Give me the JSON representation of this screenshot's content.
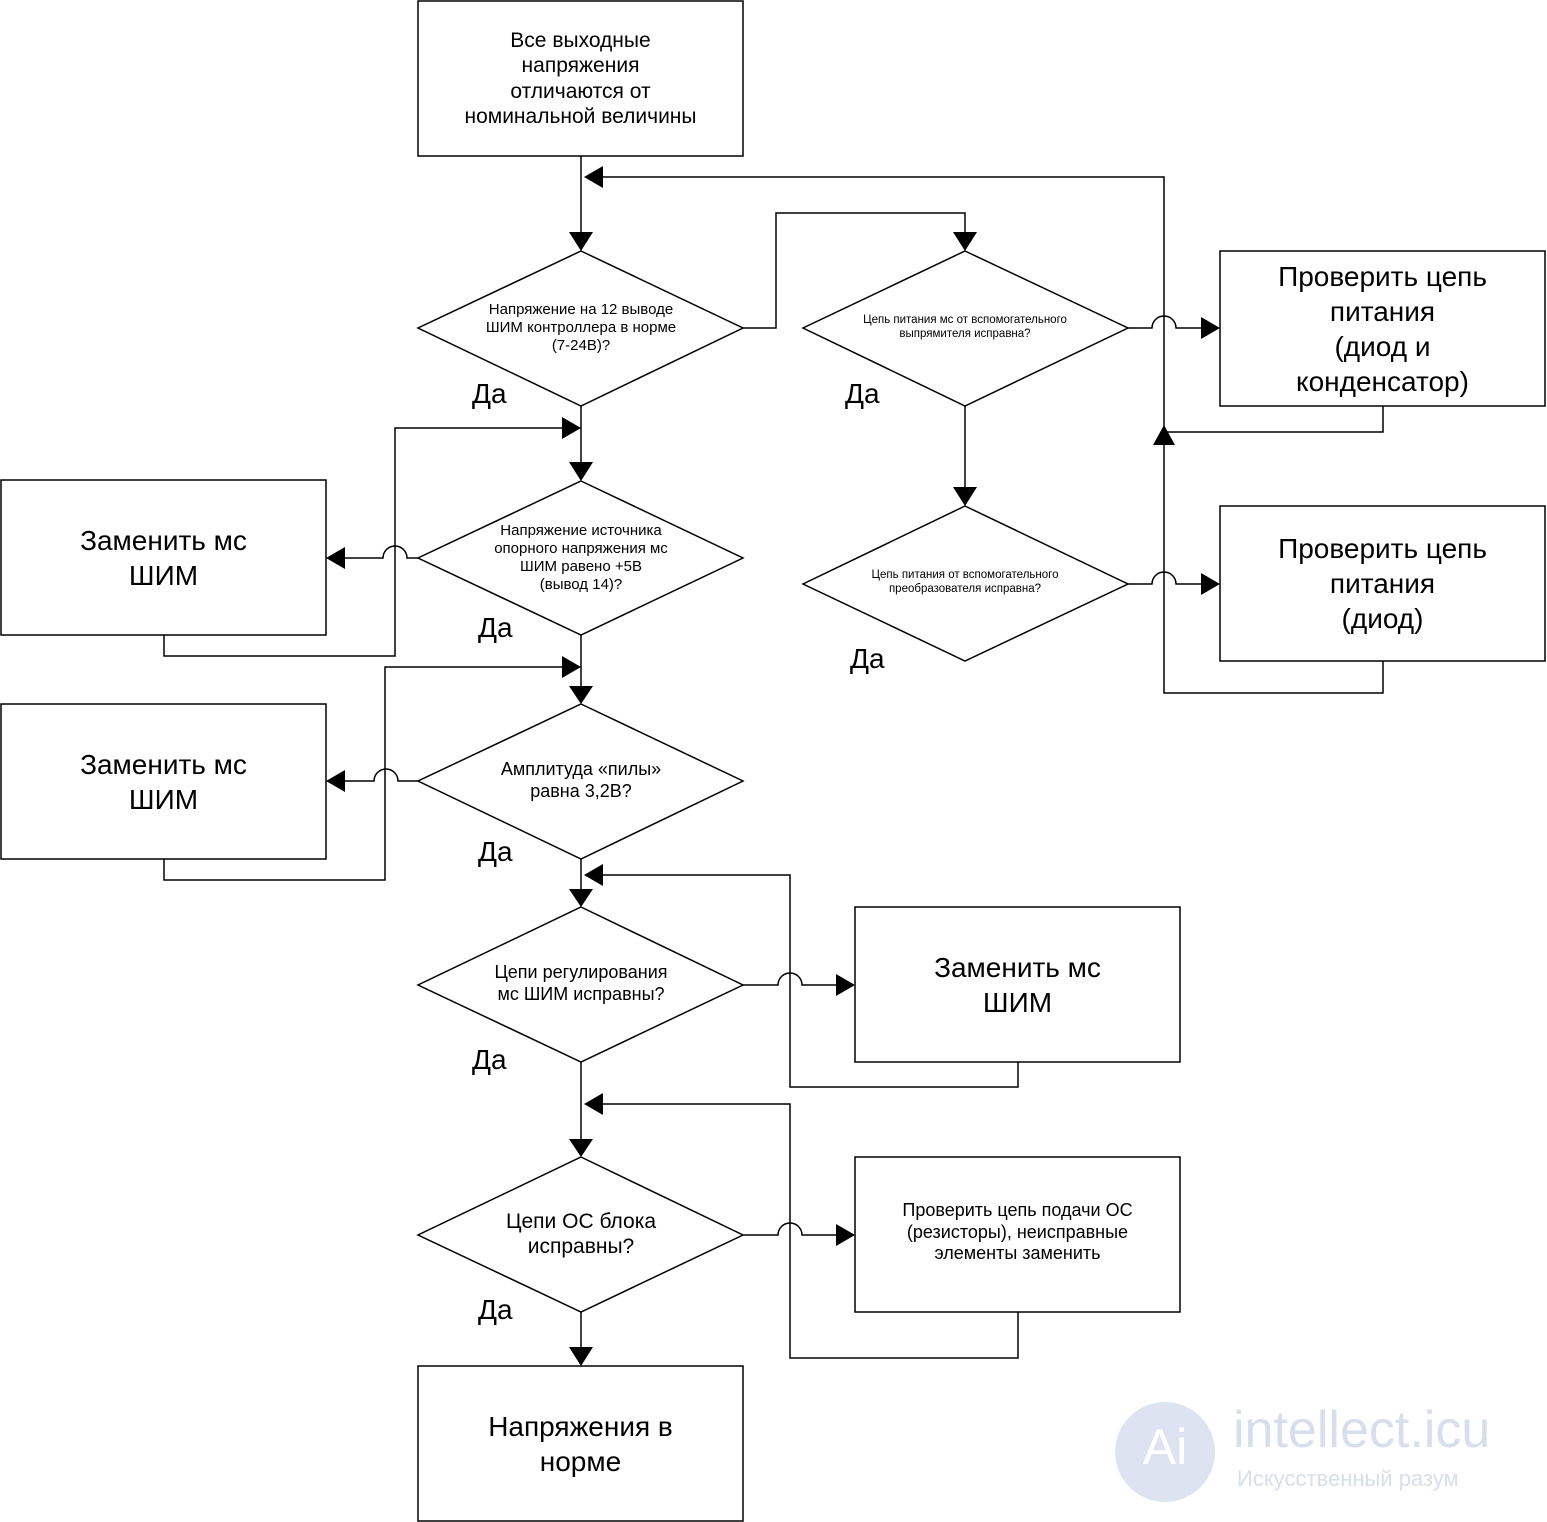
{
  "start": "Все выходные\nнапряжения\nотличаются от\nноминальной величины",
  "decisions": {
    "d1": "Напряжение на 12 выводе\nШИМ контроллера в норме\n(7-24В)?",
    "d2": "Напряжение источника\nопорного напряжения мс\nШИМ равено +5В\n(вывод 14)?",
    "d3": "Амплитуда «пилы»\nравна 3,2В?",
    "d4": "Цепи регулирования\nмс ШИМ исправны?",
    "d5": "Цепи ОС блока\nисправны?",
    "d6": "Цепь питания мс от вспомогательного\nвыпрямителя исправна?",
    "d7": "Цепь питания от вспомогательного\nпреобразователя исправна?"
  },
  "actions": {
    "a1": "Заменить мс\nШИМ",
    "a2": "Заменить мс\nШИМ",
    "a3": "Заменить мс\nШИМ",
    "a4": "Проверить цепь подачи ОС\n(резисторы), неисправные\nэлементы заменить",
    "a5": "Проверить цепь\nпитания\n(диод и\nконденсатор)",
    "a6": "Проверить цепь\nпитания\n(диод)"
  },
  "end": "Напряжения в\nнорме",
  "yes_label": "Да",
  "watermark": {
    "logo_letters": "Ai",
    "brand": "intellect.icu",
    "subtitle": "Искусственный разум"
  }
}
